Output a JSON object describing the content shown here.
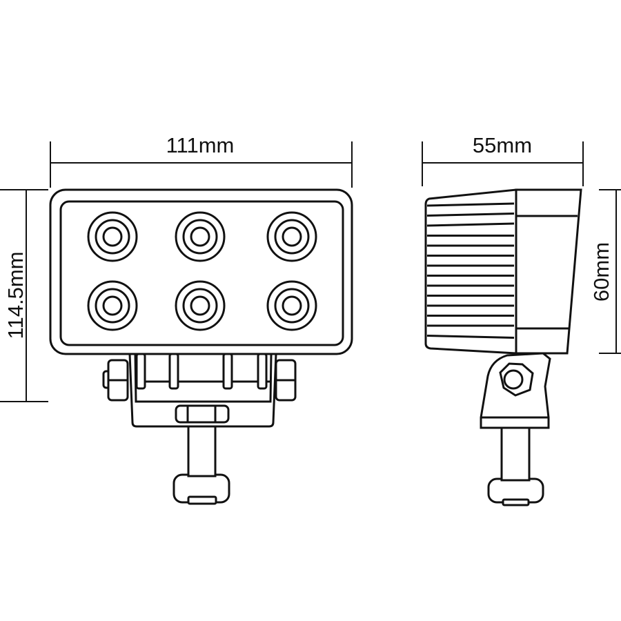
{
  "dimensions": {
    "front_width": "111mm",
    "front_height": "114.5mm",
    "side_depth": "55mm",
    "side_height": "60mm"
  },
  "led_count": 6,
  "colors": {
    "line": "#111111",
    "background": "#ffffff"
  }
}
